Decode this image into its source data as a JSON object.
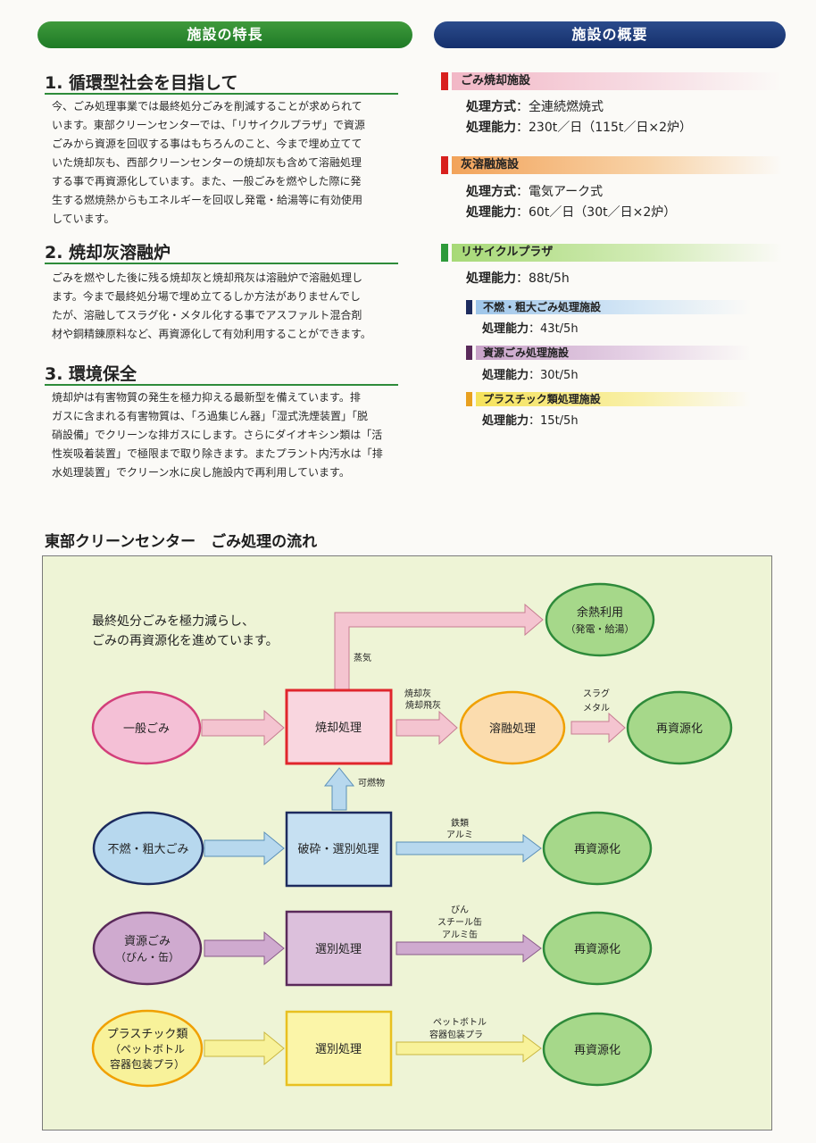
{
  "headers": {
    "features": "施設の特長",
    "overview": "施設の概要"
  },
  "features": [
    {
      "title": "1. 循環型社会を目指して",
      "lines": [
        "今、ごみ処理事業では最終処分ごみを削減することが求められて",
        "います。東部クリーンセンターでは、「リサイクルプラザ」で資源",
        "ごみから資源を回収する事はもちろんのこと、今まで埋め立てて",
        "いた焼却灰も、西部クリーンセンターの焼却灰も含めて溶融処理",
        "する事で再資源化しています。また、一般ごみを燃やした際に発",
        "生する燃焼熱からもエネルギーを回収し発電・給湯等に有効使用",
        "しています。"
      ]
    },
    {
      "title": "2. 焼却灰溶融炉",
      "lines": [
        "ごみを燃やした後に残る焼却灰と焼却飛灰は溶融炉で溶融処理し",
        "ます。今まで最終処分場で埋め立てるしか方法がありませんでし",
        "たが、溶融してスラグ化・メタル化する事でアスファルト混合剤",
        "材や銅精錬原料など、再資源化して有効利用することができます。"
      ]
    },
    {
      "title": "3. 環境保全",
      "lines": [
        "焼却炉は有害物質の発生を極力抑える最新型を備えています。排",
        "ガスに含まれる有害物質は、「ろ過集じん器」「湿式洗煙装置」「脱",
        "硝設備」でクリーンな排ガスにします。さらにダイオキシン類は「活",
        "性炭吸着装置」で極限まで取り除きます。またプラント内汚水は「排",
        "水処理装置」でクリーン水に戻し施設内で再利用しています。"
      ]
    }
  ],
  "overview": {
    "incinerator": {
      "name": "ごみ焼却施設",
      "method_label": "処理方式",
      "method": "全連続燃焼式",
      "capacity_label": "処理能力",
      "capacity": "230t／日（115t／日×2炉）"
    },
    "melting": {
      "name": "灰溶融施設",
      "method_label": "処理方式",
      "method": "電気アーク式",
      "capacity_label": "処理能力",
      "capacity": "60t／日（30t／日×2炉）"
    },
    "plaza": {
      "name": "リサイクルプラザ",
      "capacity_label": "処理能力",
      "capacity": "88t/5h",
      "subs": [
        {
          "name": "不燃・粗大ごみ処理施設",
          "capacity_label": "処理能力",
          "capacity": "43t/5h",
          "color": "#1d2b5e"
        },
        {
          "name": "資源ごみ処理施設",
          "capacity_label": "処理能力",
          "capacity": "30t/5h",
          "color": "#5a2a5a"
        },
        {
          "name": "プラスチック類処理施設",
          "capacity_label": "処理能力",
          "capacity": "15t/5h",
          "color": "#e8a020"
        }
      ]
    }
  },
  "flow": {
    "title": "東部クリーンセンター　ごみ処理の流れ",
    "note": [
      "最終処分ごみを極力減らし、",
      "ごみの再資源化を進めています。"
    ],
    "sources": {
      "general": "一般ごみ",
      "bulky": "不燃・粗大ごみ",
      "resource": [
        "資源ごみ",
        "（びん・缶）"
      ],
      "plastic": [
        "プラスチック類",
        "（ペットボトル",
        "容器包装プラ）"
      ]
    },
    "processes": {
      "incineration": "焼却処理",
      "crushing": "破砕・選別処理",
      "sorting1": "選別処理",
      "sorting2": "選別処理"
    },
    "outputs": {
      "heat": [
        "余熱利用",
        "（発電・給湯）"
      ],
      "melting": "溶融処理",
      "recycle": "再資源化"
    },
    "labels": {
      "steam": "蒸気",
      "ash": [
        "焼却灰",
        "焼却飛灰"
      ],
      "slag": [
        "スラグ",
        "メタル"
      ],
      "combustible": "可燃物",
      "iron": [
        "鉄類",
        "アルミ"
      ],
      "bottles": [
        "びん",
        "スチール缶",
        "アルミ缶"
      ],
      "pet": [
        "ペットボトル",
        "容器包装プラ"
      ]
    }
  }
}
